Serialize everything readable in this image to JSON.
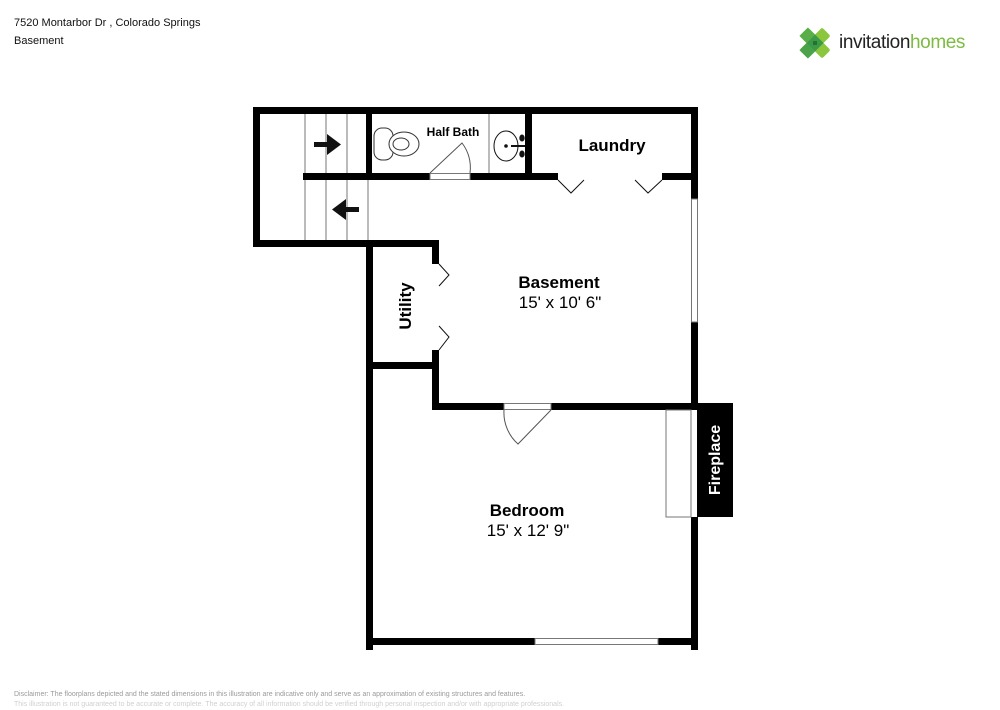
{
  "header": {
    "address": "7520 Montarbor Dr , Colorado Springs",
    "floor": "Basement"
  },
  "logo": {
    "icon": "invitation-homes-clover-logo",
    "word_primary": "invitation",
    "word_secondary": "homes",
    "colors": {
      "primary_text": "#222222",
      "secondary_text": "#7dbb42",
      "mark_light": "#8cc63f",
      "mark_dark": "#3a9a47"
    }
  },
  "floorplan": {
    "rooms": [
      {
        "name": "Half Bath",
        "dimensions": ""
      },
      {
        "name": "Laundry",
        "dimensions": ""
      },
      {
        "name": "Basement",
        "dimensions": "15' x 10' 6\""
      },
      {
        "name": "Utility",
        "dimensions": ""
      },
      {
        "name": "Bedroom",
        "dimensions": "15' x 12' 9\""
      },
      {
        "name": "Fireplace",
        "dimensions": ""
      }
    ],
    "fixtures": [
      "stairs-up-arrow",
      "stairs-down-arrow",
      "toilet",
      "sink"
    ],
    "colors": {
      "wall": "#000000",
      "fixture_line": "#777777",
      "window": "#ffffff"
    }
  },
  "disclaimer": {
    "line1": "Disclaimer: The floorplans depicted and the stated dimensions in this illustration are indicative only and serve as an approximation of existing structures and features.",
    "line2": "This illustration is not guaranteed to be accurate or complete. The accuracy of all information should be verified through personal inspection and/or with appropriate professionals."
  }
}
